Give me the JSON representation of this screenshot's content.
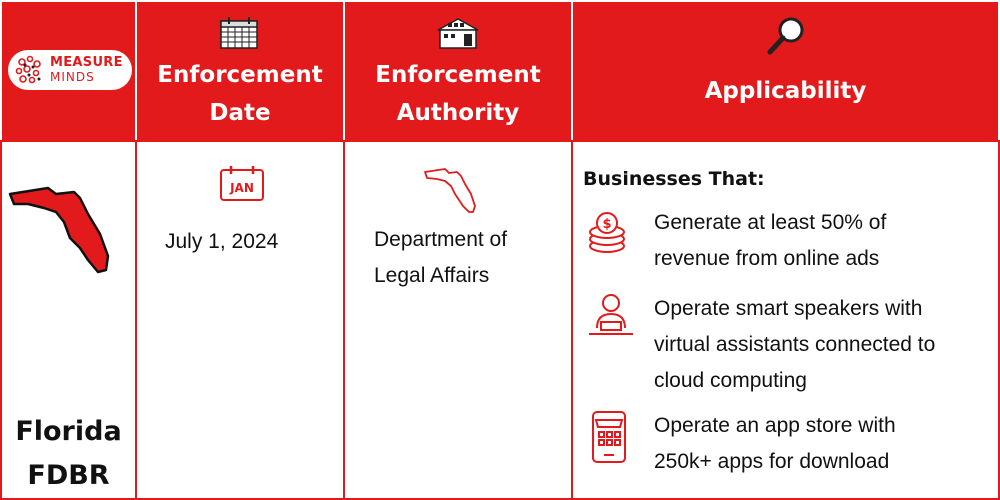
{
  "logo": {
    "line1": "MEASURE",
    "line2": "MINDS"
  },
  "headers": {
    "col2": [
      "Enforcement",
      "Date"
    ],
    "col3": [
      "Enforcement",
      "Authority"
    ],
    "col4": "Applicability"
  },
  "icons": {
    "col2_header": "calendar-icon",
    "col3_header": "government-building-icon",
    "col4_header": "magnifying-glass-icon",
    "state_map": "florida-map-icon",
    "date_cell": "calendar-jan-icon",
    "authority_cell": "florida-outline-icon",
    "item1": "coins-icon",
    "item2": "speaker-person-icon",
    "item3": "mobile-app-store-icon"
  },
  "row": {
    "state": [
      "Florida",
      "FDBR"
    ],
    "date": "July 1, 2024",
    "authority": [
      "Department of",
      "Legal Affairs"
    ],
    "calendar_label": "JAN",
    "applicability": {
      "heading": "Businesses That:",
      "items": [
        [
          "Generate at least 50% of",
          "revenue from online ads"
        ],
        [
          "Operate smart speakers with",
          "virtual assistants connected to",
          "cloud computing"
        ],
        [
          "Operate an app store with",
          "250k+ apps for download"
        ]
      ]
    }
  },
  "colors": {
    "accent": "#e31a1c",
    "text": "#111111",
    "background": "#ffffff"
  }
}
